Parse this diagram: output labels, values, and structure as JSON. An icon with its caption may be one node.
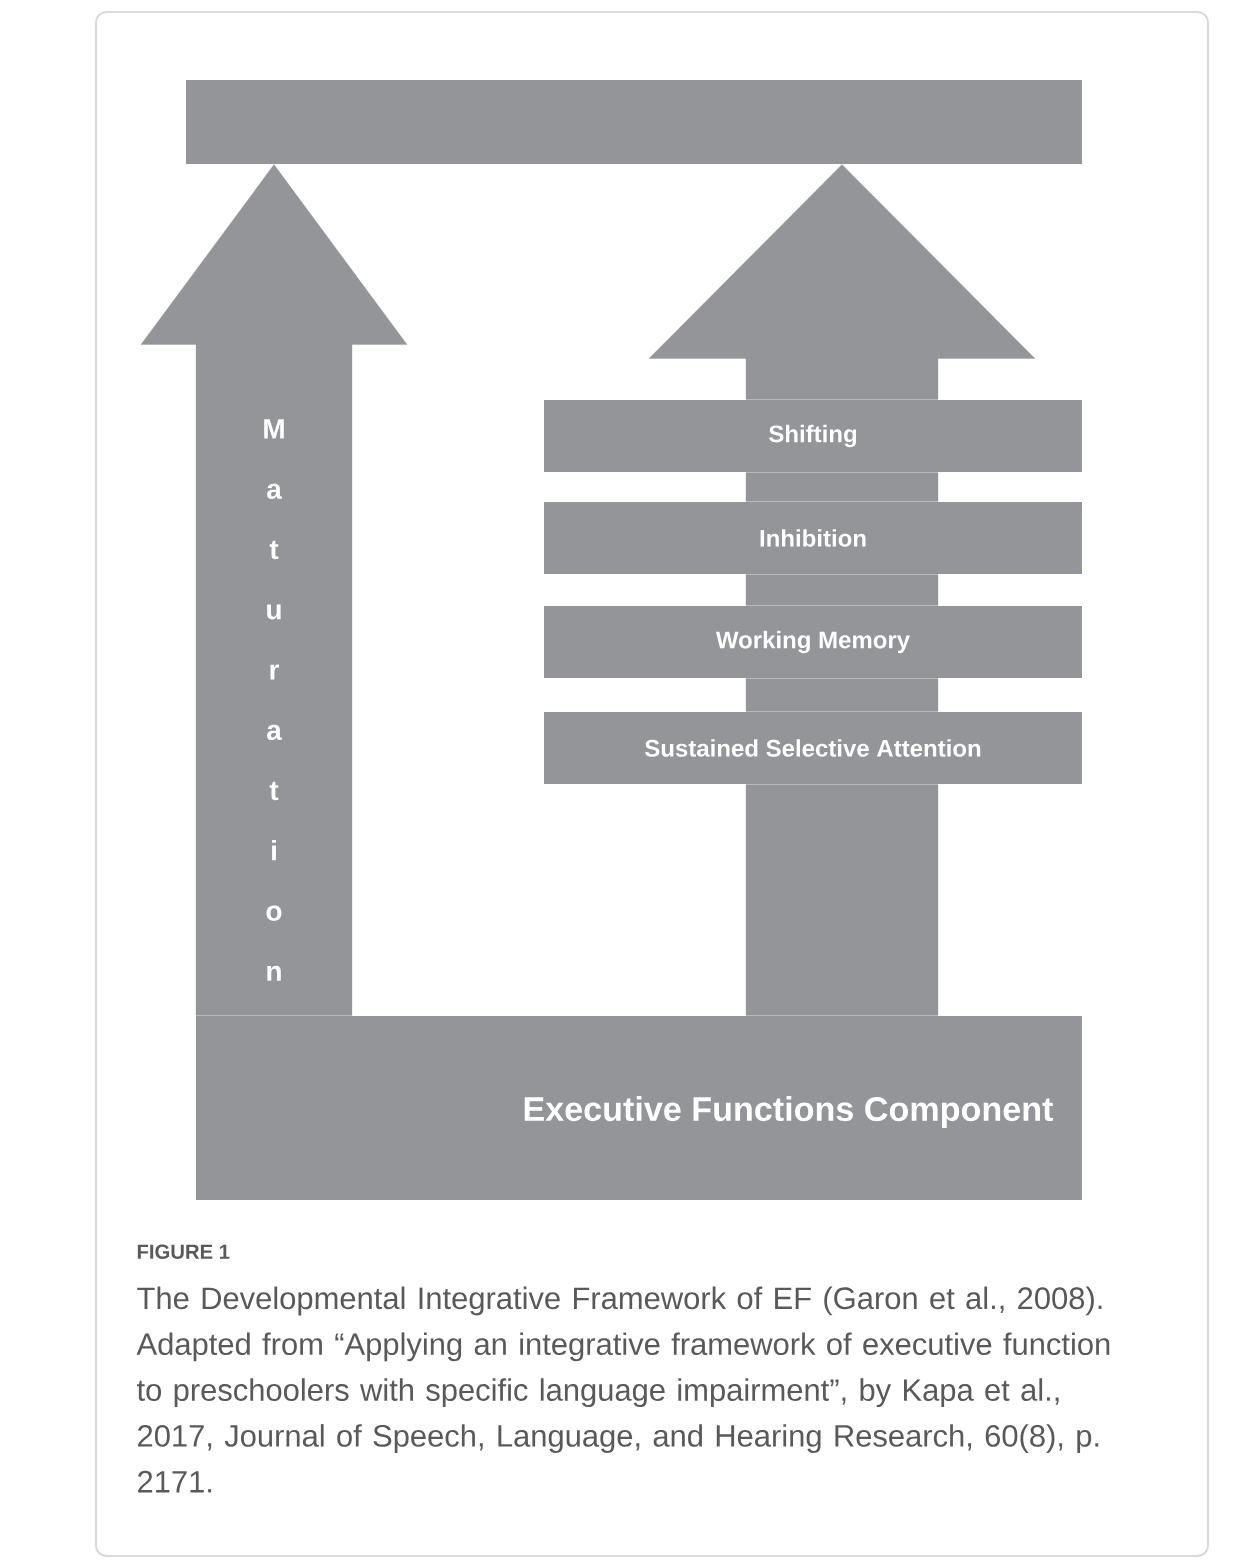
{
  "diagram": {
    "caption": "The Developmental Integrative Framework of EF (Garon et al., 2008). Adapted from “Applying an integrative framework of executive function to preschoolers with specific language impairment”, by Kapa et al., 2017, Journal of Speech, Language, and Hearing Research, 60(8), p. 2171.",
    "nodes": [
      {
        "text": [],
        "shape": "bar"
      },
      {
        "text": [
          "Shifting"
        ]
      },
      {
        "text": [
          "Inhibition"
        ]
      },
      {
        "text": [
          "Working Memory"
        ]
      },
      {
        "text": [
          "Sustained Selective Attention"
        ]
      },
      {
        "text": [
          "Executive Functions Component"
        ]
      }
    ],
    "edges": [
      {
        "from": 5,
        "to": 0,
        "arrow": "to",
        "label": "Maturation"
      },
      {
        "from": 5,
        "to": 4,
        "arrow": "none"
      },
      {
        "from": 4,
        "to": 3,
        "arrow": "none"
      },
      {
        "from": 3,
        "to": 2,
        "arrow": "none"
      },
      {
        "from": 2,
        "to": 1,
        "arrow": "none"
      },
      {
        "from": 1,
        "to": 0,
        "arrow": "to"
      }
    ],
    "labels": [
      "FIGURE 1"
    ]
  }
}
